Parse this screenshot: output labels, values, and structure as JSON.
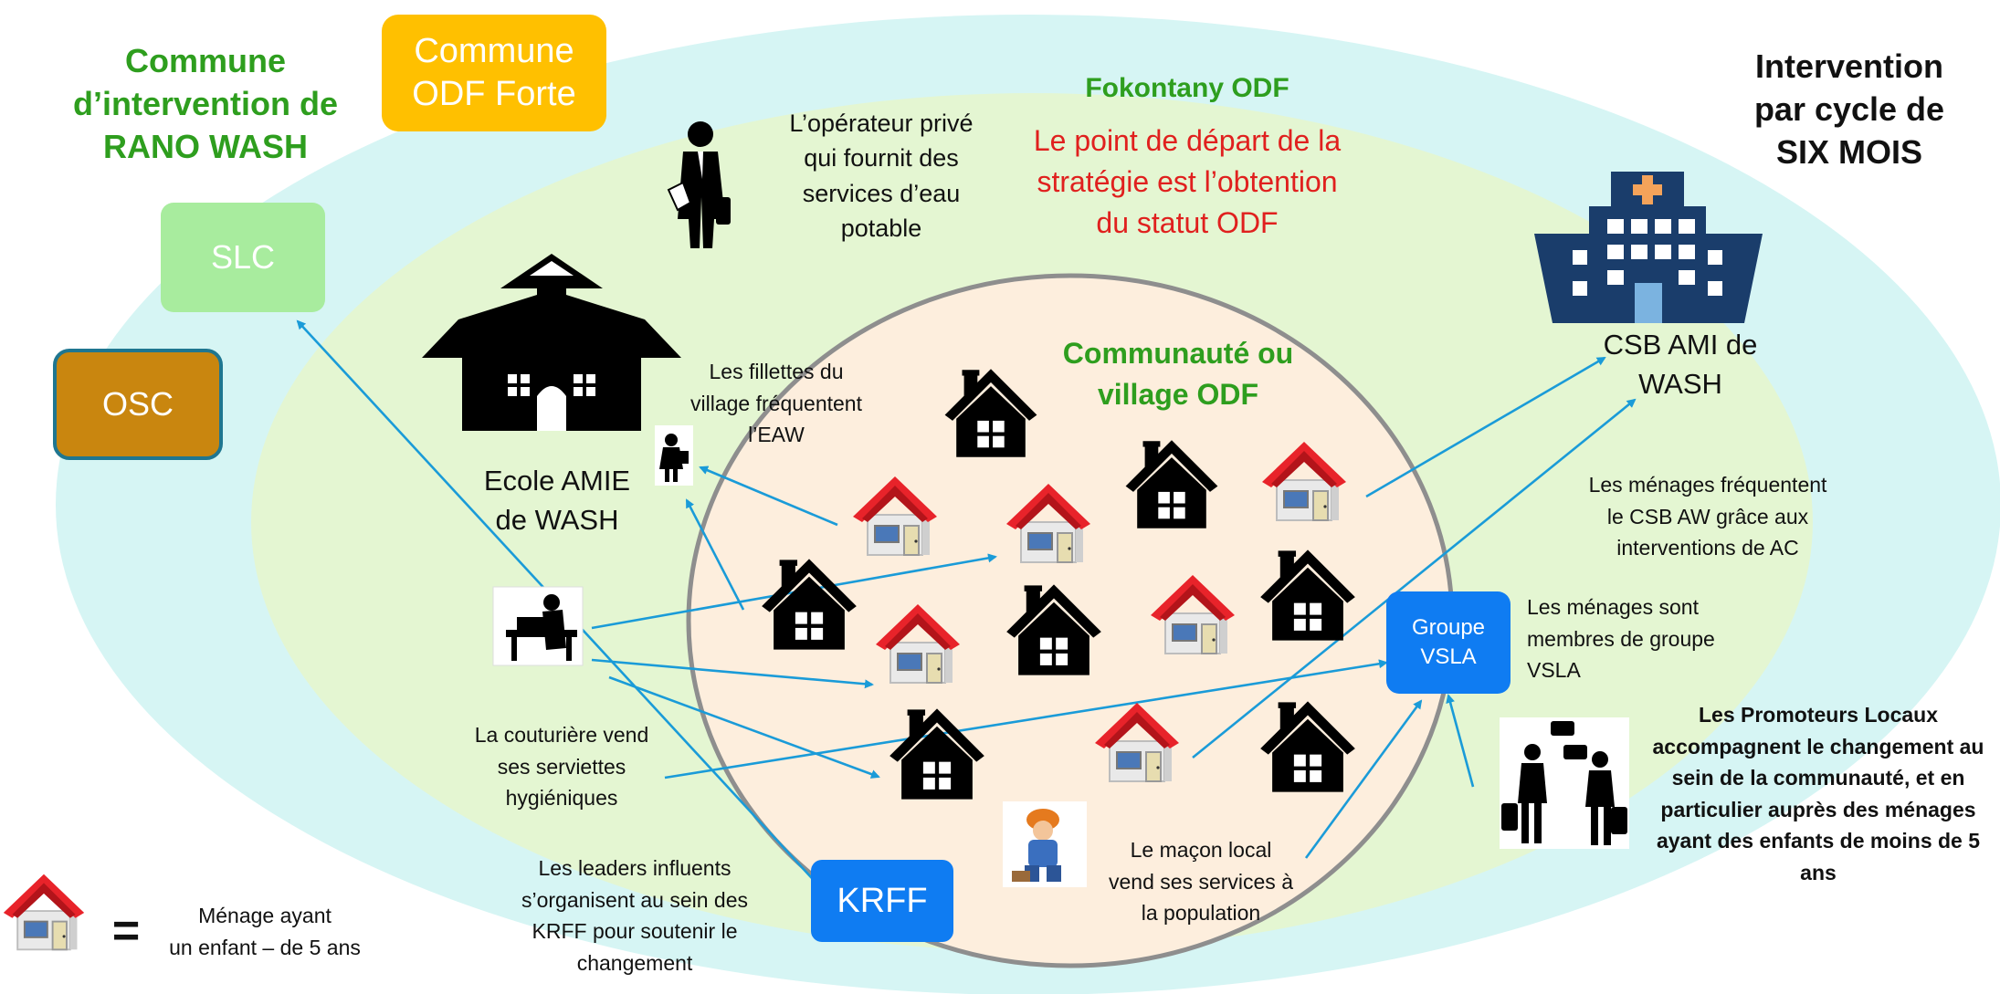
{
  "commune_title": "Commune\nd’intervention de\nRANO WASH",
  "commune_odf_forte": "Commune\nODF Forte",
  "slc": "SLC",
  "osc": "OSC",
  "cycle_title": "Intervention\npar cycle de\nSIX MOIS",
  "fokontany_title": "Fokontany ODF",
  "strategy_text": "Le point de départ de la\nstratégie est l’obtention\ndu statut ODF",
  "operator_text": "L’opérateur privé\nqui fournit des\nservices d’eau\npotable",
  "school_label": "Ecole AMIE\nde WASH",
  "girls_text": "Les fillettes du\nvillage fréquentent\nl’EAW",
  "community_title": "Communauté ou\nvillage ODF",
  "csb_label": "CSB AMI de\nWASH",
  "csb_text": "Les ménages fréquentent\nle CSB AW grâce aux\ninterventions de AC",
  "vsla_box": "Groupe\nVSLA",
  "vsla_text": "Les ménages sont\nmembres de groupe\nVSLA",
  "promoters_text": "Les Promoteurs Locaux\naccompagnent le changement au\nsein de la communauté, et en\nparticulier auprès des ménages\nayant des enfants de moins de 5\nans",
  "seamstress_text": "La couturière vend\nses serviettes\nhygiéniques",
  "leaders_text": "Les leaders influents\ns’organisent au sein des\nKRFF pour soutenir le\nchangement",
  "krff": "KRFF",
  "mason_text": "Le maçon local\nvend ses services à\nla population",
  "legend_equals": "=",
  "legend_text": "Ménage ayant\nun enfant – de 5 ans",
  "colors": {
    "outer_ellipse": "#d6f5f4",
    "middle_ellipse": "#e4f6d2",
    "inner_ellipse": "#fdeedd",
    "arrow": "#1a9bd8",
    "title_green": "#2e9e1e",
    "strategy_red": "#e0201e",
    "commune_odf_box": "#ffc000",
    "slc_box": "#a8ec9e",
    "osc_box": "#c9860f",
    "blue_box": "#0f7cf2",
    "hospital": "#1a3d6b",
    "roof_red": "#e8232a"
  },
  "icons": [
    "red-roof-house-icon",
    "black-house-icon",
    "school-building-icon",
    "hospital-icon",
    "businessman-icon",
    "schoolgirl-icon",
    "seamstress-icon",
    "mason-icon",
    "promoters-conversation-icon"
  ]
}
